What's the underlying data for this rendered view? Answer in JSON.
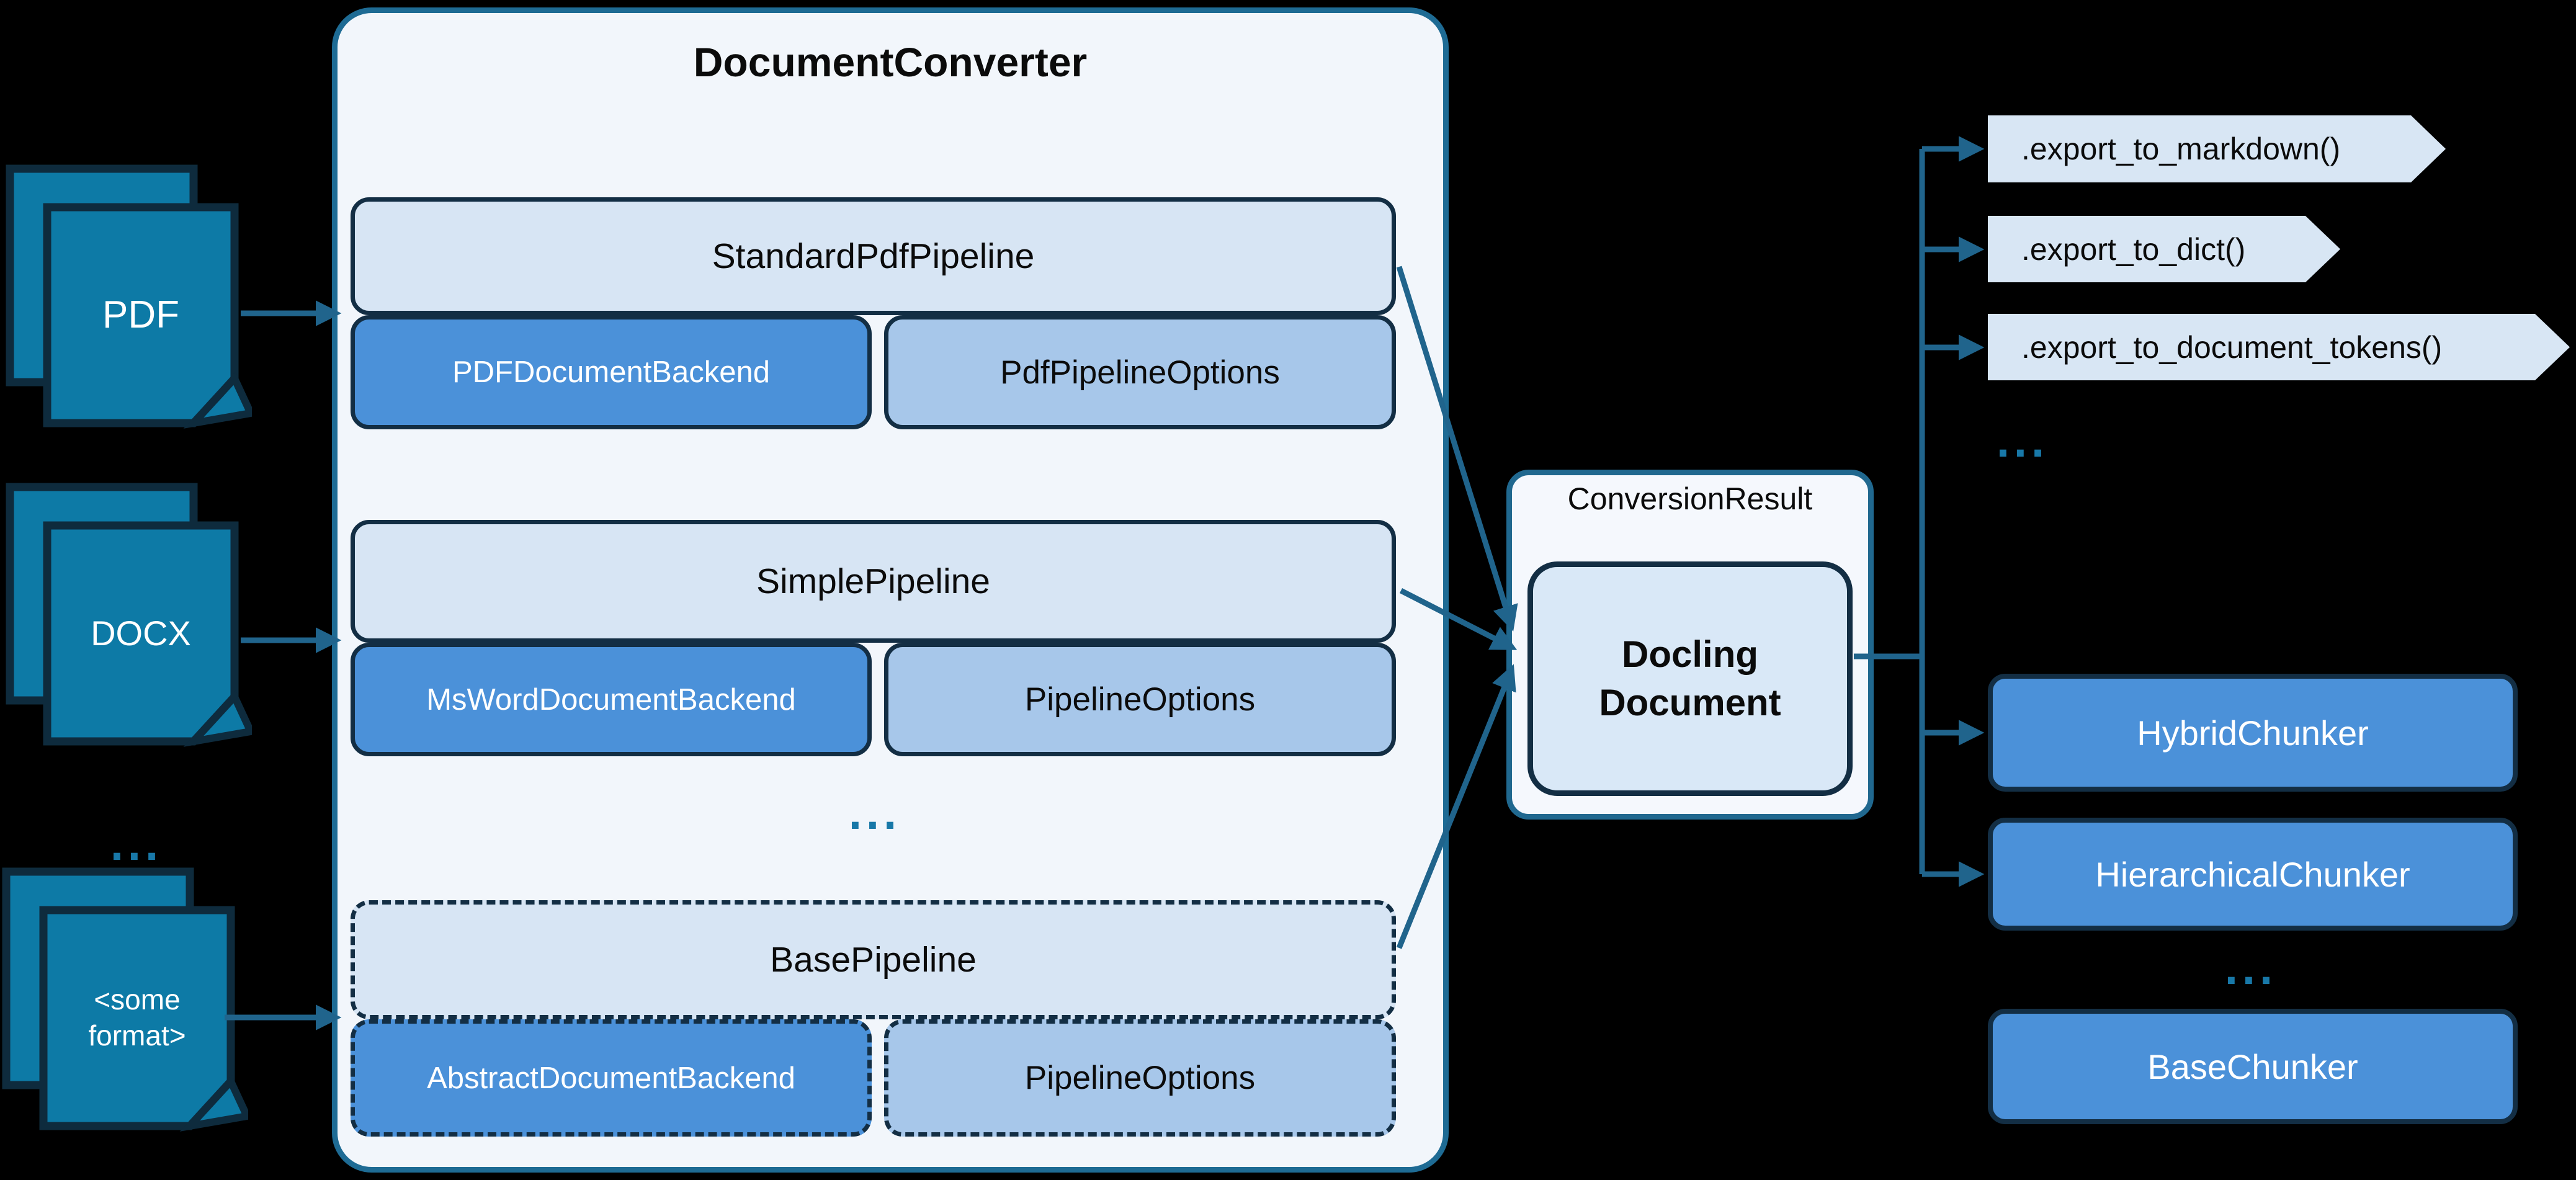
{
  "palette": {
    "background": "#000000",
    "doc_icon_fill": "#0d7aa6",
    "doc_icon_border": "#0e2b3d",
    "converter_fill": "#f2f6fb",
    "converter_border": "#1e6b94",
    "box_border_navy": "#132e44",
    "pipeline_header_fill": "#d7e5f4",
    "backend_fill": "#4b91d9",
    "options_fill": "#a7c7ea",
    "result_fill": "#f5f8fd",
    "docling_fill": "#d9e8f7",
    "chevron_fill": "#d8e6f4",
    "arrow": "#20648c",
    "ellipsis_dots": "#1878a8"
  },
  "sources": [
    {
      "label": "PDF"
    },
    {
      "label": "DOCX"
    },
    {
      "label": "<some\nformat>"
    }
  ],
  "sources_ellipsis": "...",
  "converter": {
    "title": "DocumentConverter",
    "ellipsis": "...",
    "pipelines": [
      {
        "name": "StandardPdfPipeline",
        "backend": "PDFDocumentBackend",
        "options": "PdfPipelineOptions"
      },
      {
        "name": "SimplePipeline",
        "backend": "MsWordDocumentBackend",
        "options": "PipelineOptions"
      },
      {
        "name": "BasePipeline",
        "backend": "AbstractDocumentBackend",
        "options": "PipelineOptions"
      }
    ]
  },
  "result": {
    "label": "ConversionResult",
    "document": "Docling Document"
  },
  "exports": {
    "items": [
      ".export_to_markdown()",
      ".export_to_dict()",
      ".export_to_document_tokens()"
    ],
    "ellipsis": "..."
  },
  "chunkers": {
    "items": [
      "HybridChunker",
      "HierarchicalChunker"
    ],
    "ellipsis": "...",
    "base": "BaseChunker"
  }
}
